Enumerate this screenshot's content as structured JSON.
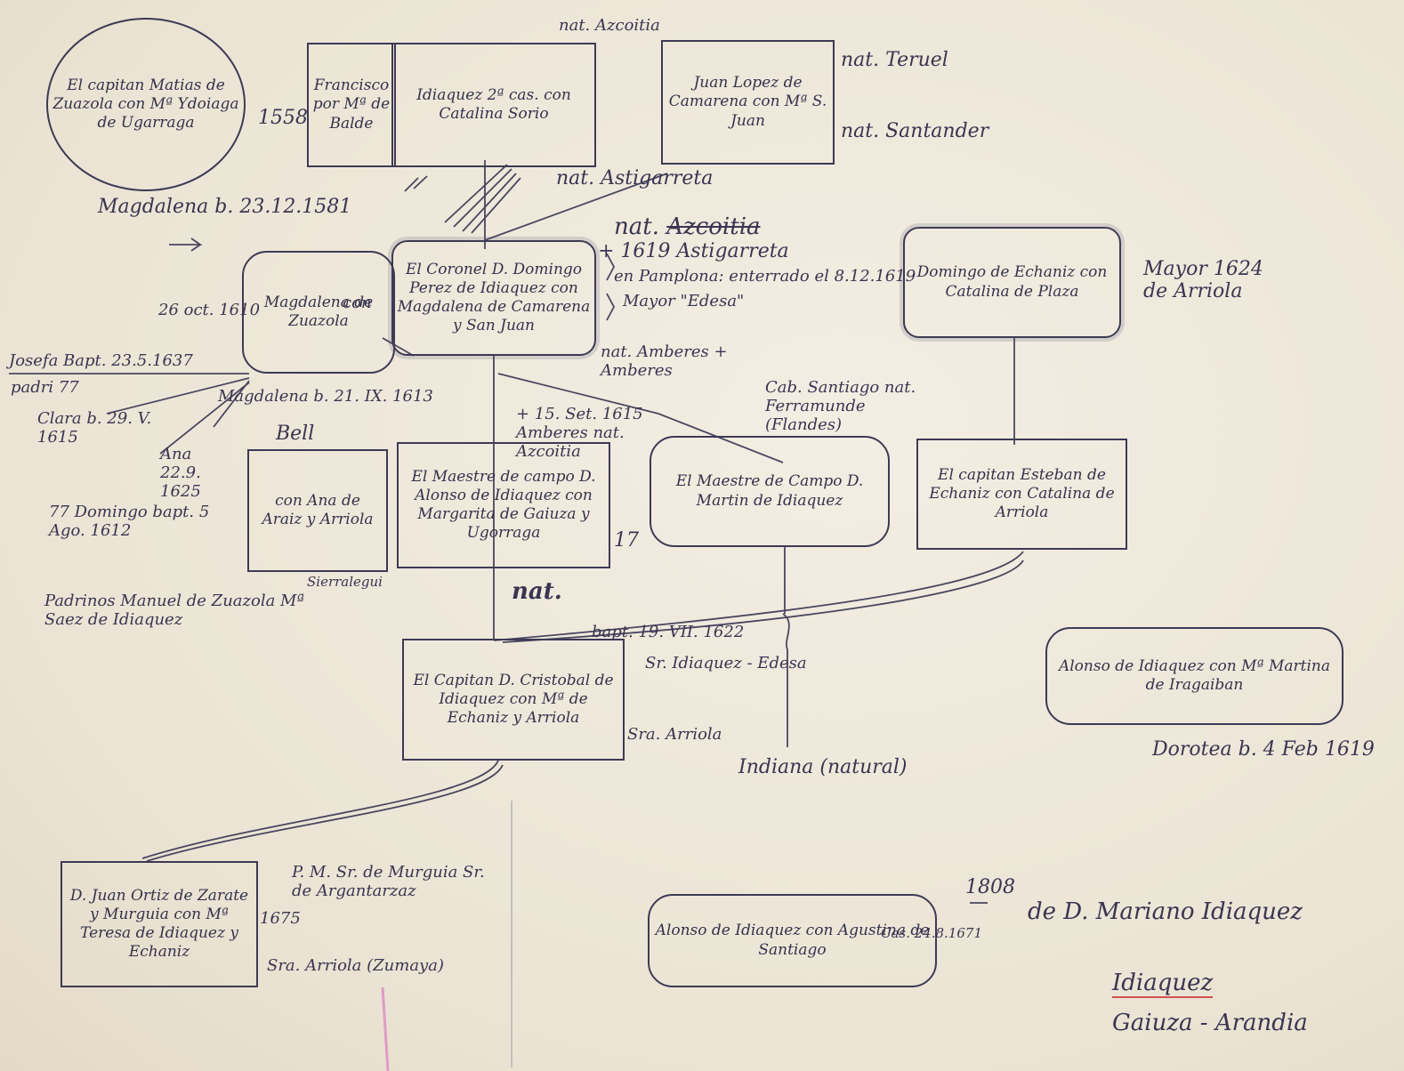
{
  "boxes": {
    "matias": "El capitan Matias de Zuazola con Mª Ydoiaga de Ugarraga",
    "francisco": "Francisco por Mª de Balde",
    "idiaquez_2": "Idiaquez 2ª cas. con Catalina Sorio",
    "juan_lopez": "Juan Lopez de Camarena con Mª S. Juan",
    "magdalena": "Magdalena de Zuazola",
    "coronel": "El Coronel D. Domingo Perez de Idiaquez con Magdalena de Camarena y San Juan",
    "domingo_echaniz": "Domingo de Echaniz con Catalina de Plaza",
    "ana": "con Ana de Araiz y Arriola",
    "alonso_campo": "El Maestre de campo D. Alonso de Idiaquez con Margarita de Gaiuza y Ugorraga",
    "martin": "El Maestre de Campo D. Martin de Idiaquez",
    "esteban": "El capitan Esteban de Echaniz con Catalina de Arriola",
    "alonso_martina": "Alonso de Idiaquez con Mª Martina de Iragaiban",
    "cristobal": "El Capitan D. Cristobal de Idiaquez con Mª de Echaniz y Arriola",
    "juan_ortiz": "D. Juan Ortiz de Zarate y Murguia con Mª Teresa de Idiaquez y Echaniz",
    "alonso_agustina": "Alonso de Idiaquez con Agustina de Santiago"
  },
  "notes": {
    "nat_azcoitia_top": "nat. Azcoitia",
    "nat_teruel": "nat. Teruel",
    "nat_santander": "nat. Santander",
    "year_1558": "1558",
    "magdalena_b": "Magdalena b. 23.12.1581",
    "nat_astigarreta": "nat. Astigarreta",
    "nat_struck": "Azcoitia",
    "death_1619": "+ 1619 Astigarreta",
    "pamplona": "en Pamplona: enterrado el 8.12.1619",
    "mayor_edesa": "Mayor \"Edesa\"",
    "mayor_1624": "Mayor 1624 de Arriola",
    "date_26oct": "26 oct. 1610",
    "con": "con",
    "josefa": "Josefa Bapt. 23.5.1637",
    "padrino_77": "padri 77",
    "nat_amberes": "nat. Amberes + Amberes",
    "magdalena_b2": "Magdalena b. 21. IX. 1613",
    "clara": "Clara b. 29. V. 1615",
    "ana_1629": "Ana 22.9. 1625",
    "death_1615": "+ 15. Set. 1615 Amberes nat. Azcoitia",
    "cap_santiago": "Cab. Santiago nat. Ferramunde (Flandes)",
    "domingo_bapt": "77 Domingo bapt. 5 Ago. 1612",
    "padrinos": "Padrinos Manuel de Zuazola Mª Saez de Idiaquez",
    "rival": "Bell",
    "sierra": "Sierralegui",
    "nat_big": "nat.",
    "num_17": "17",
    "bapt_1622": "bapt. 19. VII. 1622",
    "idiaquez_edesa": "Sr. Idiaquez - Edesa",
    "sra_arriola": "Sra. Arriola",
    "indiana": "Indiana (natural)",
    "dorotea": "Dorotea b. 4 Feb 1619",
    "pm_murguia": "P. M. Sr. de Murguia Sr. de Argantarzaz",
    "year_1675": "1675",
    "sra_arriola_zumaya": "Sra. Arriola (Zumaya)",
    "cas_1671": "Cas. 24.8.1671",
    "year_1808": "1808",
    "de_mariano": "de D. Mariano Idiaquez",
    "idiaquez_last": "Idiaquez",
    "gaiuza": "Gaiuza - Arandia"
  }
}
